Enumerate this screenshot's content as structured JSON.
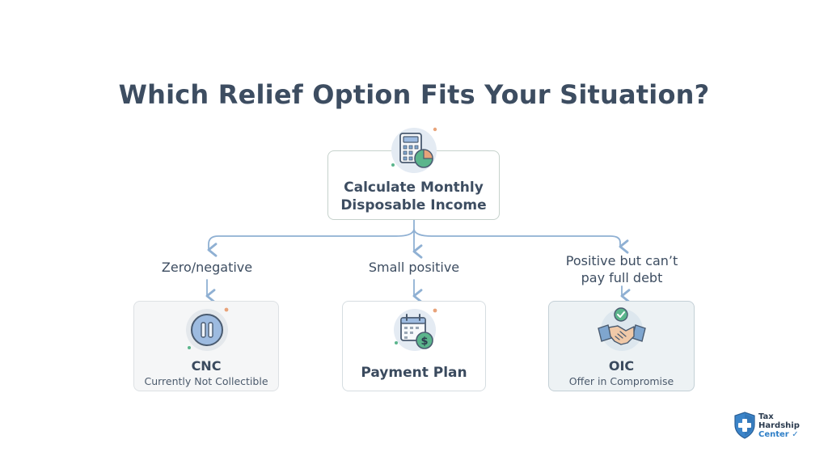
{
  "title": "Which Relief Option Fits Your Situation?",
  "root": {
    "label_line1": "Calculate Monthly",
    "label_line2": "Disposable Income",
    "icon": "calculator-pie-chart-icon"
  },
  "branches": [
    {
      "condition": "Zero/negative",
      "title": "CNC",
      "subtitle": "Currently Not Collectible",
      "icon": "pause-icon"
    },
    {
      "condition": "Small positive",
      "title": "Payment Plan",
      "subtitle": "",
      "icon": "calendar-dollar-icon"
    },
    {
      "condition_line1": "Positive but can’t",
      "condition_line2": "pay full debt",
      "title": "OIC",
      "subtitle": "Offer in Compromise",
      "icon": "handshake-check-icon"
    }
  ],
  "logo": {
    "line1": "Tax",
    "line2": "Hardship",
    "line3": "Center",
    "icon": "shield-cross-icon"
  },
  "colors": {
    "connector": "#8fb0d3",
    "title": "#3d4d61",
    "icon_blue": "#7fa6cf",
    "icon_green": "#5bb58c",
    "accent_orange": "#e8a37a"
  }
}
